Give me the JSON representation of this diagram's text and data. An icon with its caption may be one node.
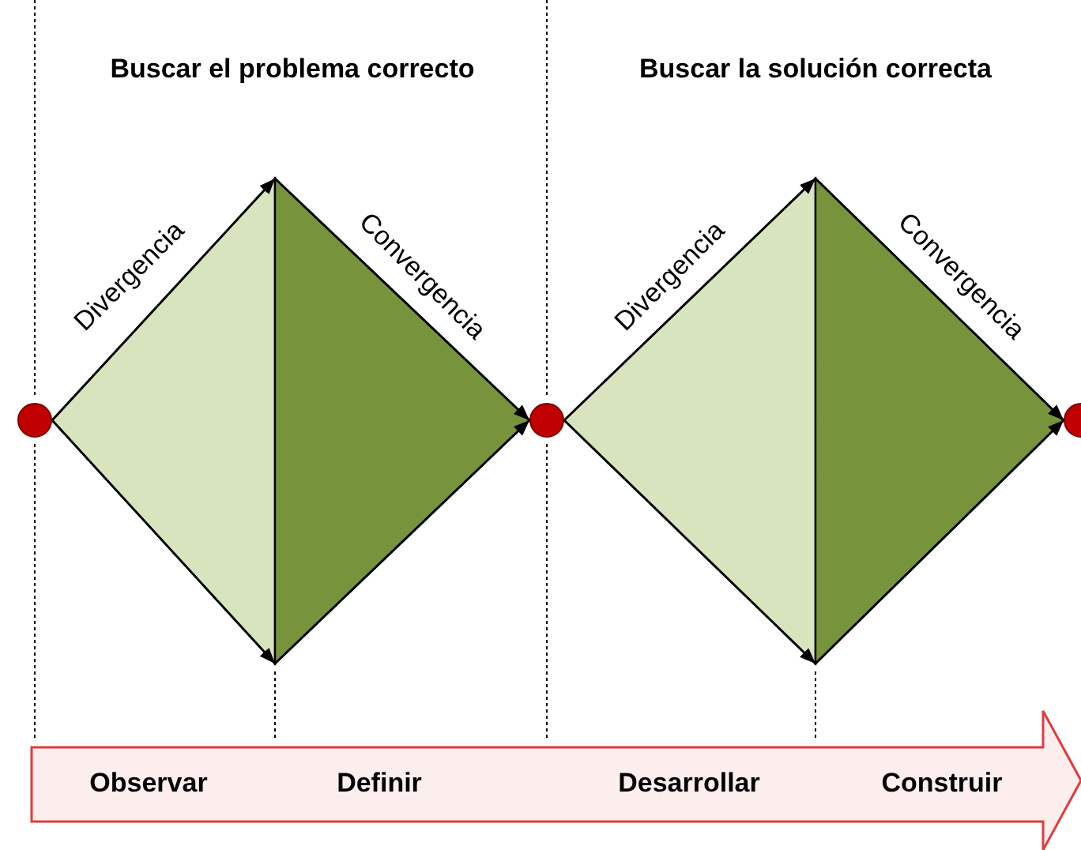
{
  "diagram": {
    "nodes": [
      {
        "text": [],
        "shape": "circle"
      },
      {
        "text": [],
        "shape": "triangle"
      },
      {
        "text": [],
        "shape": "triangle"
      },
      {
        "text": [],
        "shape": "circle"
      },
      {
        "text": [],
        "shape": "triangle"
      },
      {
        "text": [],
        "shape": "triangle"
      },
      {
        "text": [],
        "shape": "circle"
      },
      {
        "text": [],
        "shape": "arrow"
      },
      {
        "text": [
          "Observar"
        ],
        "in": 7
      },
      {
        "text": [
          "Definir"
        ],
        "in": 7
      },
      {
        "text": [
          "Desarrollar"
        ],
        "in": 7
      },
      {
        "text": [
          "Construir"
        ],
        "in": 7
      }
    ],
    "edges": [
      {
        "from": 0,
        "to": 1,
        "arrow": "to",
        "label": "Divergencia"
      },
      {
        "from": 0,
        "to": 1,
        "arrow": "to"
      },
      {
        "from": 1,
        "to": 3,
        "arrow": "to",
        "label": "Convergencia"
      },
      {
        "from": 1,
        "to": 3,
        "arrow": "to"
      },
      {
        "from": 3,
        "to": 4,
        "arrow": "to",
        "label": "Divergencia"
      },
      {
        "from": 3,
        "to": 4,
        "arrow": "to"
      },
      {
        "from": 4,
        "to": 6,
        "arrow": "to",
        "label": "Convergencia"
      },
      {
        "from": 4,
        "to": 6,
        "arrow": "to"
      }
    ],
    "labels": [
      "Buscar el problema correcto",
      "Buscar la solución correcta"
    ]
  }
}
